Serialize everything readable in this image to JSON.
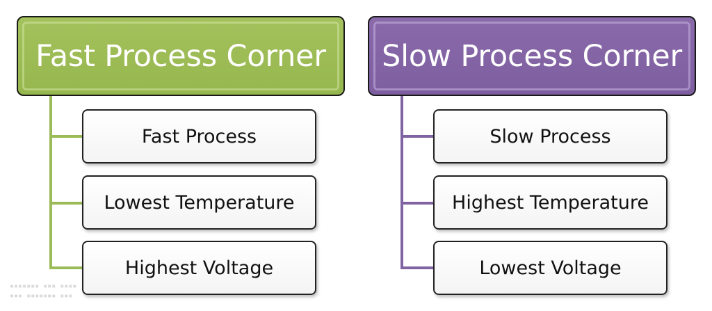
{
  "colors": {
    "fast_accent": "#9bbb59",
    "slow_accent": "#8064a2",
    "box_border": "#222222"
  },
  "fast": {
    "title": "Fast Process Corner",
    "items": [
      {
        "label": "Fast Process"
      },
      {
        "label": "Lowest Temperature"
      },
      {
        "label": "Highest Voltage"
      }
    ]
  },
  "slow": {
    "title": "Slow Process Corner",
    "items": [
      {
        "label": "Slow Process"
      },
      {
        "label": "Highest Temperature"
      },
      {
        "label": "Lowest Voltage"
      }
    ]
  }
}
